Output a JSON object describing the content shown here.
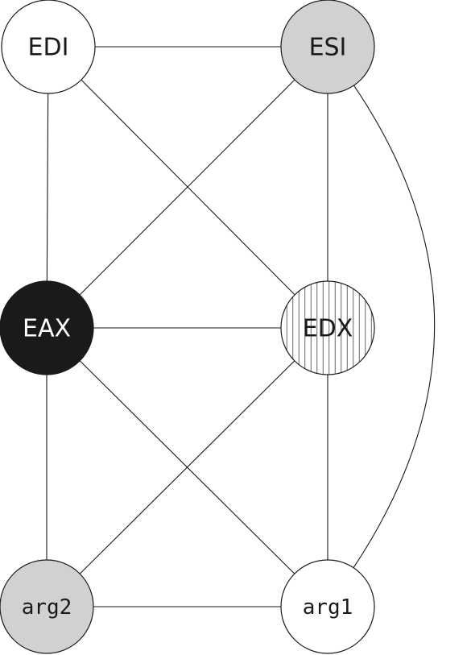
{
  "graph": {
    "nodes": [
      {
        "id": "EDI",
        "label": "EDI",
        "fill": "#ffffff",
        "text_color": "#1a1a1a",
        "pattern": "none",
        "font": "sans"
      },
      {
        "id": "ESI",
        "label": "ESI",
        "fill": "#d0d1d3",
        "text_color": "#1a1a1a",
        "pattern": "none",
        "font": "sans"
      },
      {
        "id": "EAX",
        "label": "EAX",
        "fill": "#1b191a",
        "text_color": "#ffffff",
        "pattern": "none",
        "font": "sans"
      },
      {
        "id": "EDX",
        "label": "EDX",
        "fill": "#ffffff",
        "text_color": "#1a1a1a",
        "pattern": "vertical-stripes",
        "font": "sans"
      },
      {
        "id": "arg2",
        "label": "arg2",
        "fill": "#d0d1d3",
        "text_color": "#1a1a1a",
        "pattern": "none",
        "font": "mono"
      },
      {
        "id": "arg1",
        "label": "arg1",
        "fill": "#ffffff",
        "text_color": "#1a1a1a",
        "pattern": "none",
        "font": "mono"
      }
    ],
    "edges": [
      {
        "from": "EDI",
        "to": "ESI",
        "shape": "straight"
      },
      {
        "from": "EDI",
        "to": "EAX",
        "shape": "straight"
      },
      {
        "from": "EDI",
        "to": "EDX",
        "shape": "straight"
      },
      {
        "from": "ESI",
        "to": "EAX",
        "shape": "straight"
      },
      {
        "from": "ESI",
        "to": "EDX",
        "shape": "straight"
      },
      {
        "from": "ESI",
        "to": "arg1",
        "shape": "curved"
      },
      {
        "from": "EAX",
        "to": "EDX",
        "shape": "straight"
      },
      {
        "from": "EAX",
        "to": "arg2",
        "shape": "straight"
      },
      {
        "from": "EAX",
        "to": "arg1",
        "shape": "straight"
      },
      {
        "from": "EDX",
        "to": "arg2",
        "shape": "straight"
      },
      {
        "from": "EDX",
        "to": "arg1",
        "shape": "straight"
      },
      {
        "from": "arg2",
        "to": "arg1",
        "shape": "straight"
      }
    ]
  }
}
